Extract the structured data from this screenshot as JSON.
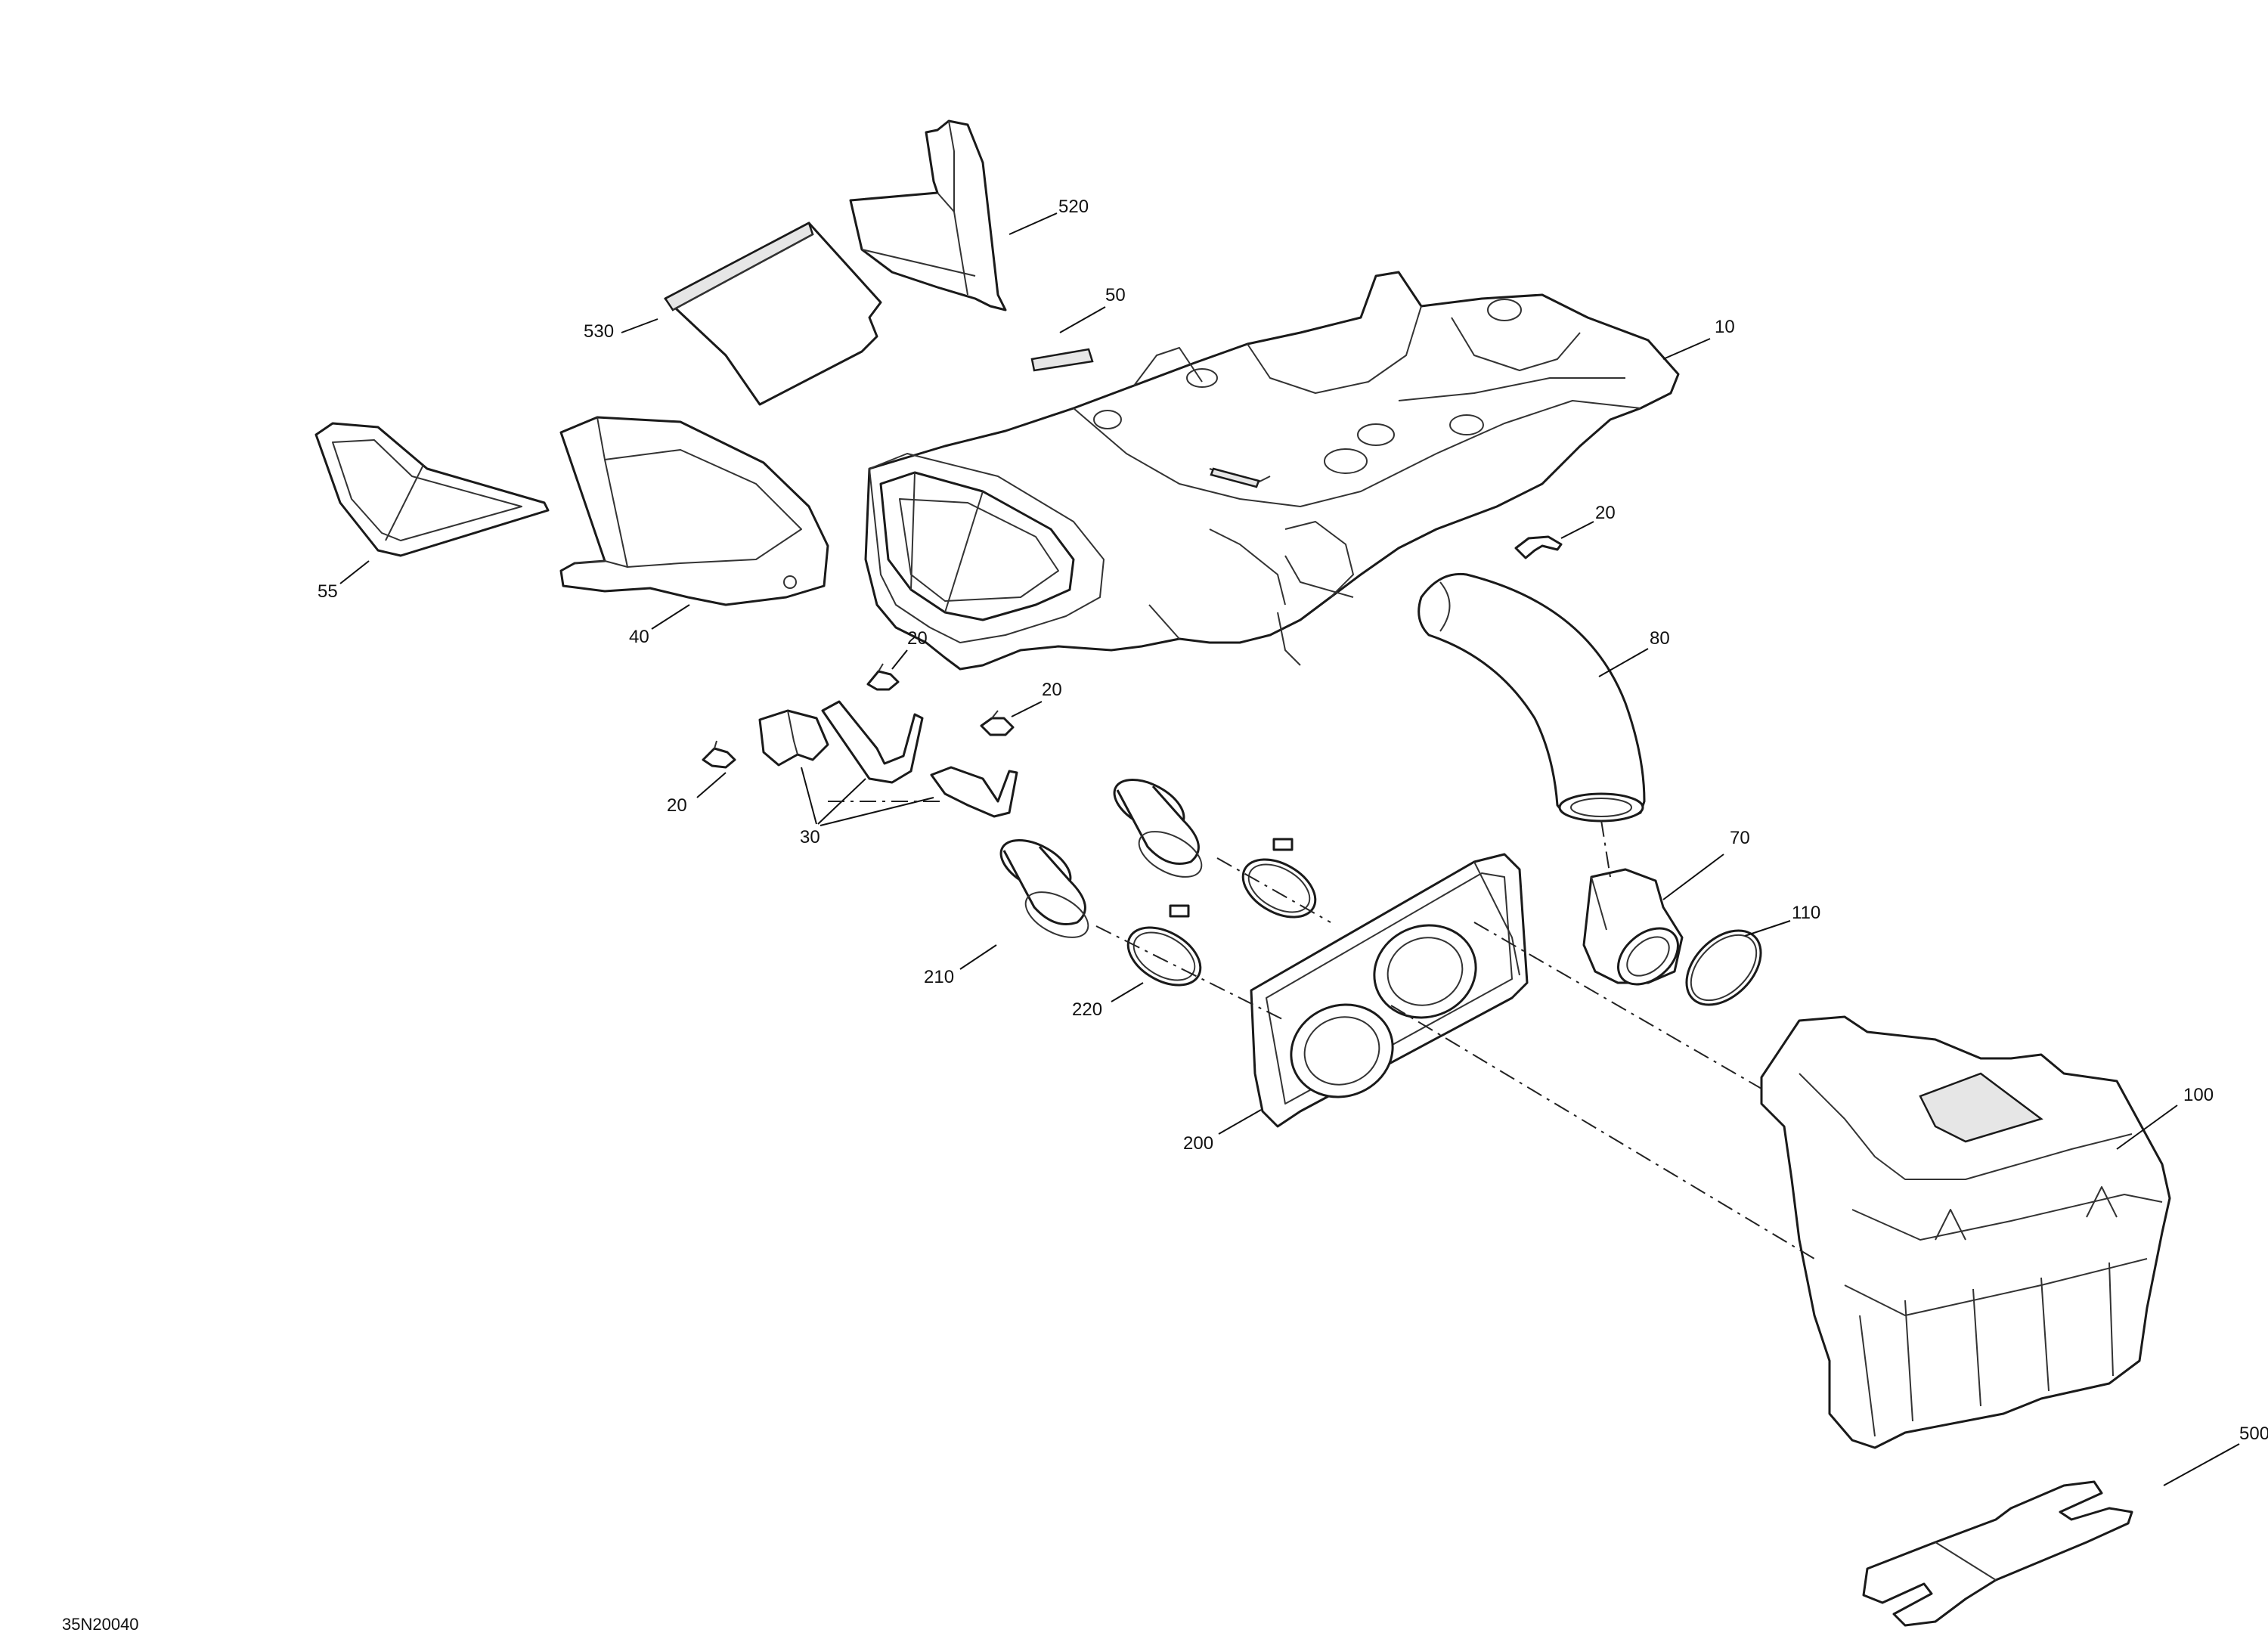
{
  "figure_id": "35N20040",
  "callouts": {
    "c10": "10",
    "c20a": "20",
    "c20b": "20",
    "c20c": "20",
    "c20d": "20",
    "c30": "30",
    "c40": "40",
    "c50": "50",
    "c55": "55",
    "c70": "70",
    "c80": "80",
    "c100": "100",
    "c110": "110",
    "c200": "200",
    "c210": "210",
    "c220": "220",
    "c500": "500",
    "c520": "520",
    "c530": "530"
  }
}
